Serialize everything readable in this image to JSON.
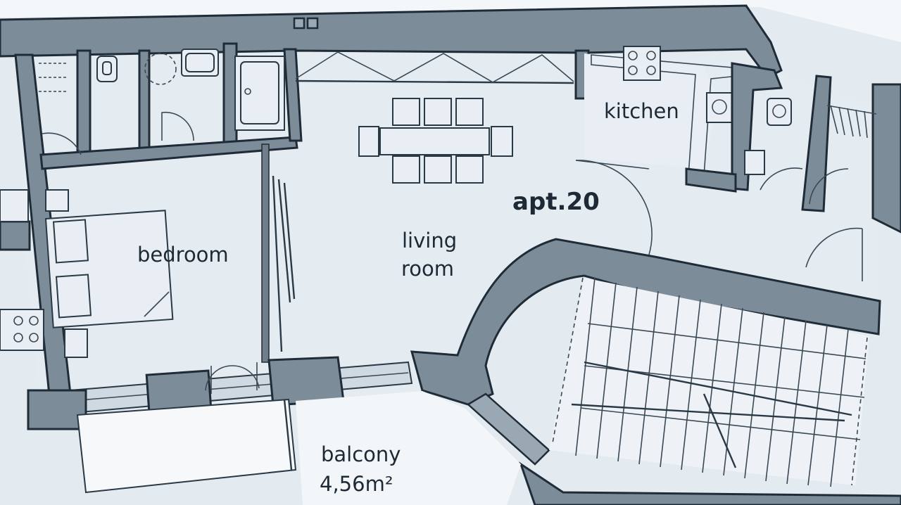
{
  "plan": {
    "apartment_label": "apt.20",
    "rooms": {
      "kitchen": "kitchen",
      "bedroom": "bedroom",
      "living_line1": "living",
      "living_line2": "room",
      "balcony": "balcony",
      "balcony_area": "4,56m²"
    }
  }
}
